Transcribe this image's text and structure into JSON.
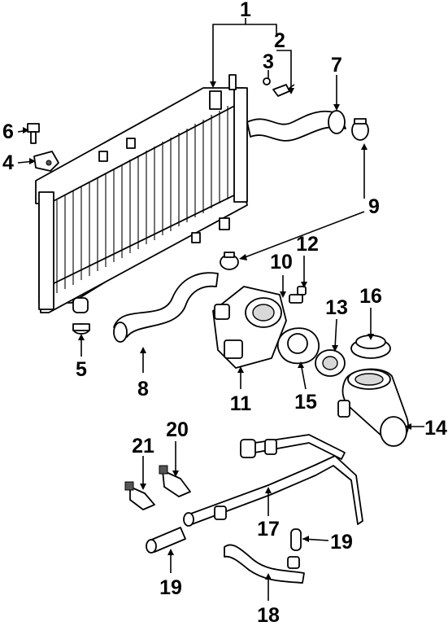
{
  "diagram": {
    "callouts": [
      "1",
      "2",
      "3",
      "4",
      "5",
      "6",
      "7",
      "8",
      "9",
      "10",
      "11",
      "12",
      "13",
      "14",
      "15",
      "16",
      "17",
      "18",
      "19",
      "19",
      "20",
      "21"
    ],
    "parts": [
      "radiator",
      "drain-plug",
      "hose-clamp",
      "mounting-bracket",
      "bolt",
      "lower-mount-insulator",
      "upper-radiator-hose",
      "lower-radiator-hose",
      "hose-clamp",
      "gasket",
      "thermostat-housing",
      "temperature-sender",
      "thermostat",
      "water-outlet",
      "gasket",
      "radiator-cap",
      "water-pipe",
      "bypass-hose",
      "hose",
      "temperature-sensor",
      "temperature-switch"
    ]
  }
}
